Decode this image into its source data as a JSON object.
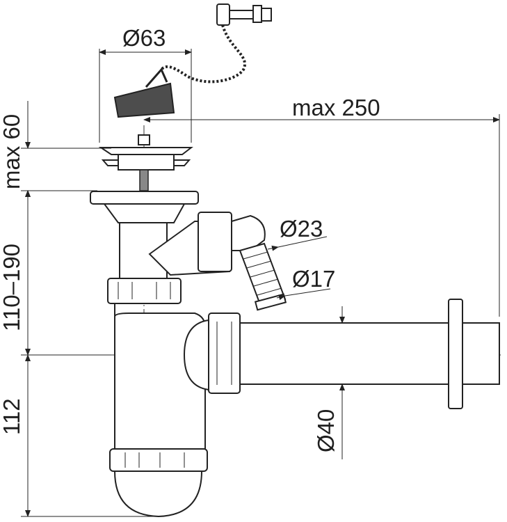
{
  "dimensions": {
    "stopper_diameter": "Ø63",
    "max_length": "max 250",
    "max_height": "max 60",
    "height_range": "110–190",
    "lower_height": "112",
    "hose_outer": "Ø23",
    "hose_inner": "Ø17",
    "pipe_diameter": "Ø40"
  },
  "colors": {
    "line": "#222222",
    "stopper": "#555555"
  }
}
